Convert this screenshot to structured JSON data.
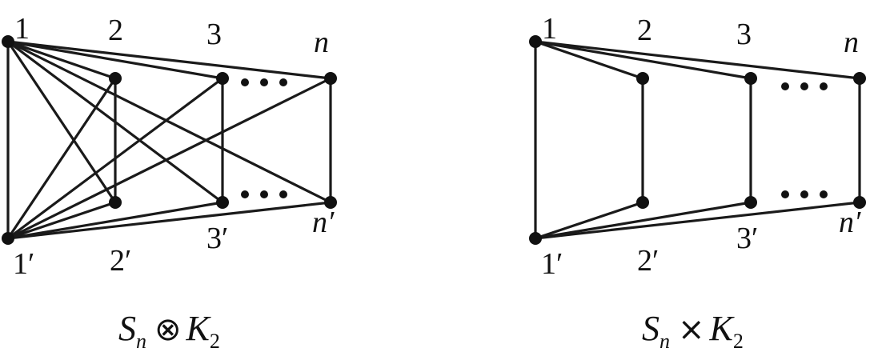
{
  "left_graph": {
    "top_labels": [
      "1",
      "2",
      "3",
      "n"
    ],
    "bottom_labels": [
      "1′",
      "2′",
      "3′",
      "n′"
    ],
    "caption": {
      "base": "S",
      "base_sub": "n",
      "operator": "⊗",
      "factor": "K",
      "factor_sub": "2"
    }
  },
  "right_graph": {
    "top_labels": [
      "1",
      "2",
      "3",
      "n"
    ],
    "bottom_labels": [
      "1′",
      "2′",
      "3′",
      "n′"
    ],
    "caption": {
      "base": "S",
      "base_sub": "n",
      "operator": "×",
      "factor": "K",
      "factor_sub": "2"
    }
  },
  "ellipsis": "•••",
  "colors": {
    "ink": "#111111",
    "background": "#ffffff"
  }
}
